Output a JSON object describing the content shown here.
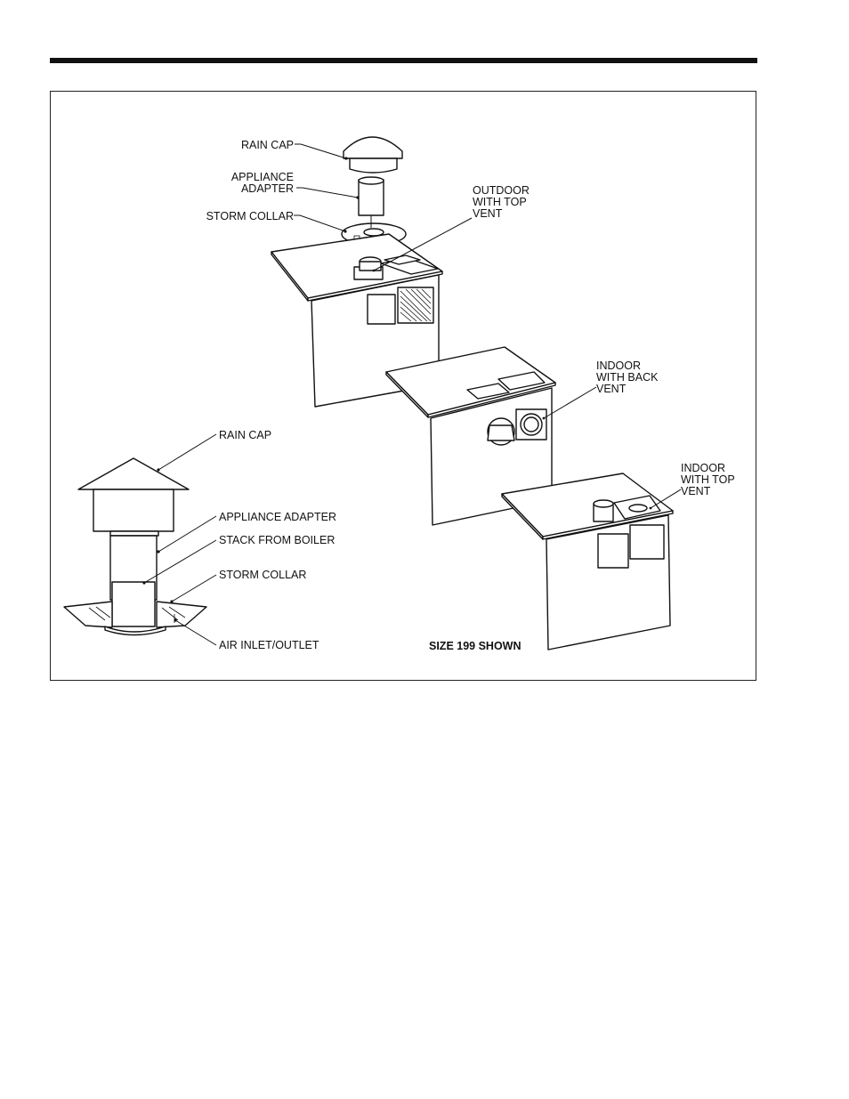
{
  "labels": {
    "top_rain_cap": "RAIN CAP",
    "top_adapter_1": "APPLIANCE",
    "top_adapter_2": "ADAPTER",
    "top_storm_collar": "STORM COLLAR",
    "outdoor_1": "OUTDOOR",
    "outdoor_2": "WITH TOP",
    "outdoor_3": "VENT",
    "back_1": "INDOOR",
    "back_2": "WITH BACK",
    "back_3": "VENT",
    "topvent_1": "INDOOR",
    "topvent_2": "WITH TOP",
    "topvent_3": "VENT",
    "left_rain_cap": "RAIN CAP",
    "left_adapter": "APPLIANCE ADAPTER",
    "left_stack": "STACK FROM BOILER",
    "left_storm_collar": "STORM COLLAR",
    "left_air": "AIR INLET/OUTLET",
    "size_note": "SIZE 199 SHOWN"
  }
}
